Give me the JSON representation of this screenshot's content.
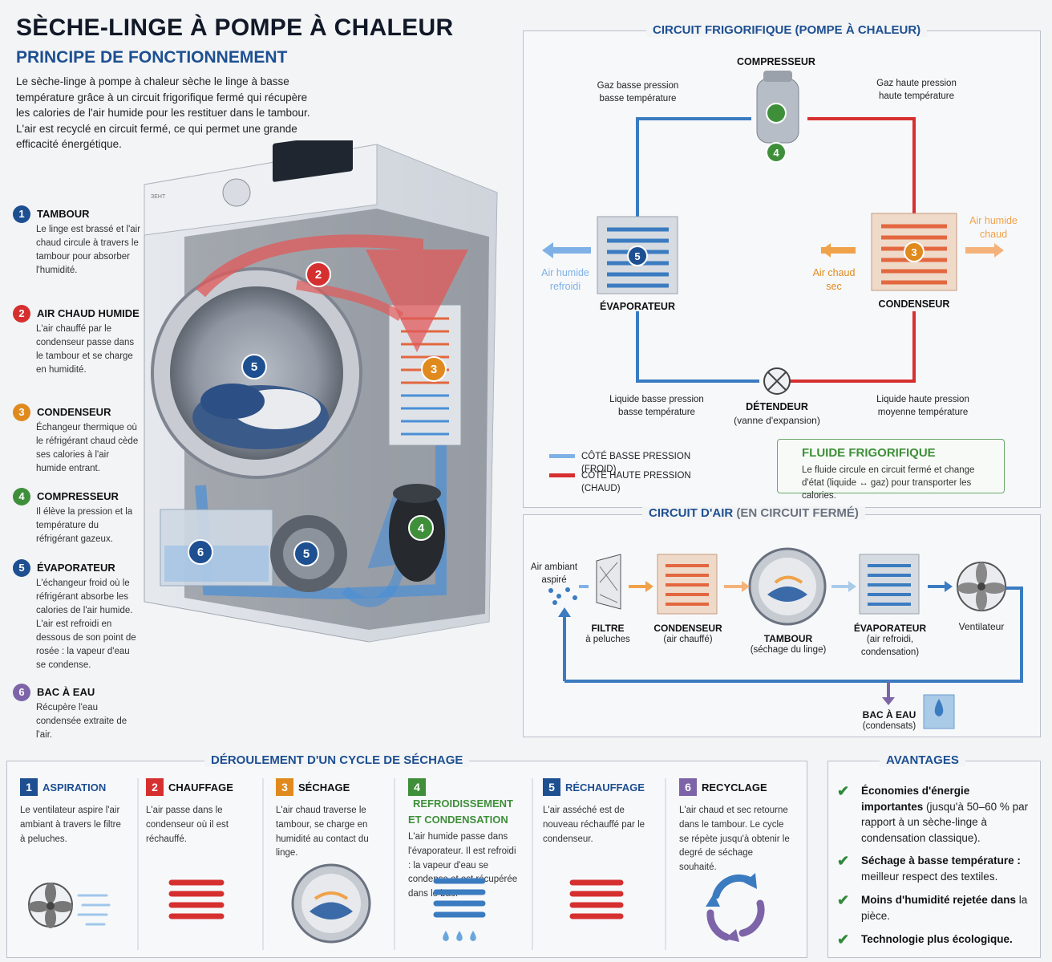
{
  "header": {
    "title": "SÈCHE-LINGE À POMPE À CHALEUR",
    "subtitle": "PRINCIPE DE FONCTIONNEMENT",
    "intro": "Le sèche-linge à pompe à chaleur sèche le linge à basse température grâce à un circuit frigorifique fermé qui récupère les calories de l'air humide pour les restituer dans le tambour. L'air est recyclé en circuit fermé, ce qui permet une grande efficacité énergétique."
  },
  "legend": [
    {
      "num": "1",
      "color": "#1d4f91",
      "title": "TAMBOUR",
      "desc": "Le linge est brassé et l'air chaud circule à travers le tambour pour absorber l'humidité."
    },
    {
      "num": "2",
      "color": "#d62f2f",
      "title": "AIR CHAUD HUMIDE",
      "desc": "L'air chauffé par le condenseur passe dans le tambour et se charge en humidité."
    },
    {
      "num": "3",
      "color": "#e08a1e",
      "title": "CONDENSEUR",
      "desc": "Échangeur thermique où le réfrigérant chaud cède ses calories à l'air humide entrant."
    },
    {
      "num": "4",
      "color": "#3f8f3a",
      "title": "COMPRESSEUR",
      "desc": "Il élève la pression et la température du réfrigérant gazeux."
    },
    {
      "num": "5",
      "color": "#1d4f91",
      "title": "ÉVAPORATEUR",
      "desc": "L'échangeur froid où le réfrigérant absorbe les calories de l'air humide. L'air est refroidi en dessous de son point de rosée : la vapeur d'eau se condense."
    },
    {
      "num": "6",
      "color": "#7d64a8",
      "title": "BAC À EAU",
      "desc": "Récupère l'eau condensée extraite de l'air."
    }
  ],
  "machine": {
    "brand": "ЗЕНТ",
    "markers": [
      "2",
      "3",
      "5",
      "5",
      "4",
      "6"
    ]
  },
  "refrig": {
    "title": "CIRCUIT FRIGORIFIQUE (POMPE À CHALEUR)",
    "compressor": "COMPRESSEUR",
    "compressor_num": "4",
    "gas_low": "Gaz basse pression\nbasse température",
    "gas_high": "Gaz haute pression\nhaute température",
    "evaporator": "ÉVAPORATEUR",
    "evaporator_num": "5",
    "condenser": "CONDENSEUR",
    "condenser_num": "3",
    "air_humid_cooled": "Air humide\nrefroidi",
    "air_hot_dry": "Air chaud\nsec",
    "air_humid_hot": "Air humide\nchaud",
    "liquid_low": "Liquide basse pression\nbasse température",
    "detendeur": "DÉTENDEUR",
    "detendeur_sub": "(vanne d'expansion)",
    "liquid_high": "Liquide haute pression\nmoyenne température",
    "legend_low": "CÔTÉ BASSE PRESSION (FROID)",
    "legend_high": "CÔTÉ HAUTE PRESSION (CHAUD)",
    "fluid_title": "FLUIDE FRIGORIFIQUE",
    "fluid_desc": "Le fluide circule en circuit fermé et change d'état (liquide ↔ gaz) pour transporter les calories.",
    "colors": {
      "low": "#3b7bc0",
      "high": "#d62f2f"
    }
  },
  "air": {
    "title_main": "CIRCUIT D'AIR",
    "title_sub": "(EN CIRCUIT FERMÉ)",
    "ambient": "Air ambiant\naspiré",
    "filter": "FILTRE",
    "filter_sub": "à peluches",
    "condenser": "CONDENSEUR",
    "condenser_sub": "(air chauffé)",
    "drum": "TAMBOUR",
    "drum_sub": "(séchage du linge)",
    "evaporator": "ÉVAPORATEUR",
    "evaporator_sub": "(air refroidi,\ncondensation)",
    "fan": "Ventilateur",
    "tank": "BAC À EAU",
    "tank_sub": "(condensats)"
  },
  "cycle": {
    "title": "DÉROULEMENT D'UN CYCLE DE SÉCHAGE",
    "steps": [
      {
        "num": "1",
        "color": "#1d4f91",
        "title_color": "#1d4f91",
        "title": "ASPIRATION",
        "desc": "Le ventilateur aspire l'air ambiant à travers le filtre à peluches."
      },
      {
        "num": "2",
        "color": "#d62f2f",
        "title_color": "#111111",
        "title": "CHAUFFAGE",
        "desc": "L'air passe dans le condenseur où il est réchauffé."
      },
      {
        "num": "3",
        "color": "#e08a1e",
        "title_color": "#111111",
        "title": "SÉCHAGE",
        "desc": "L'air chaud traverse le tambour, se charge en humidité au contact du linge."
      },
      {
        "num": "4",
        "color": "#3f8f3a",
        "title_color": "#3f8f3a",
        "title": "REFROIDISSEMENT ET CONDENSATION",
        "desc": "L'air humide passe dans l'évaporateur. Il est refroidi : la vapeur d'eau se condense et est récupérée dans le bac."
      },
      {
        "num": "5",
        "color": "#1d4f91",
        "title_color": "#1d4f91",
        "title": "RÉCHAUFFAGE",
        "desc": "L'air asséché est de nouveau réchauffé par le condenseur."
      },
      {
        "num": "6",
        "color": "#7d64a8",
        "title_color": "#111111",
        "title": "RECYCLAGE",
        "desc": "L'air chaud et sec retourne dans le tambour. Le cycle se répète jusqu'à obtenir le degré de séchage souhaité."
      }
    ]
  },
  "advantages": {
    "title": "AVANTAGES",
    "items": [
      {
        "bold": "Économies d'énergie importantes",
        "rest": " (jusqu'à 50–60 % par rapport à un sèche-linge à condensation classique)."
      },
      {
        "bold": "Séchage à basse température :",
        "rest": " meilleur respect des textiles."
      },
      {
        "bold": "Moins d'humidité rejetée dans",
        "rest": " la pièce."
      },
      {
        "bold": "Technologie plus écologique.",
        "rest": ""
      }
    ]
  }
}
